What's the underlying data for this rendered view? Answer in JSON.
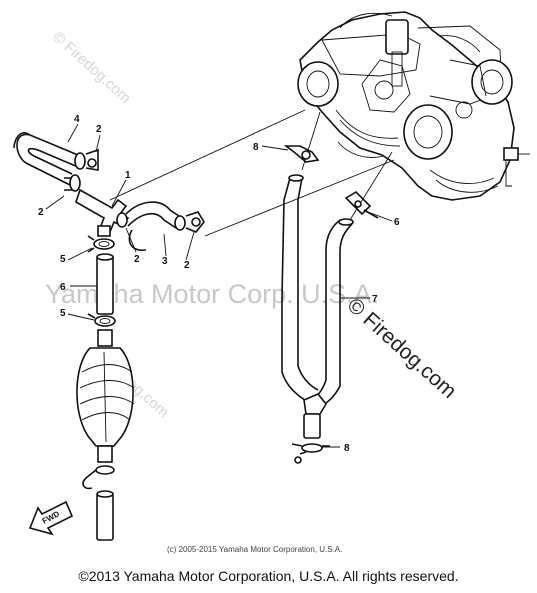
{
  "watermarks": {
    "main": "Yamaha Motor Corp. U.S.A.",
    "firedog_big": "© Firedog.com",
    "firedog_faint": "© Firedog.com"
  },
  "callouts": [
    "1",
    "2",
    "2",
    "2",
    "2",
    "3",
    "4",
    "5",
    "5",
    "6",
    "6",
    "7",
    "8",
    "8"
  ],
  "fwd_label": "FWD",
  "small_copyright": "(c) 2005-2015 Yamaha Motor Corporation, U.S.A.",
  "footer": "©2013 Yamaha Motor Corporation, U.S.A. All rights reserved."
}
